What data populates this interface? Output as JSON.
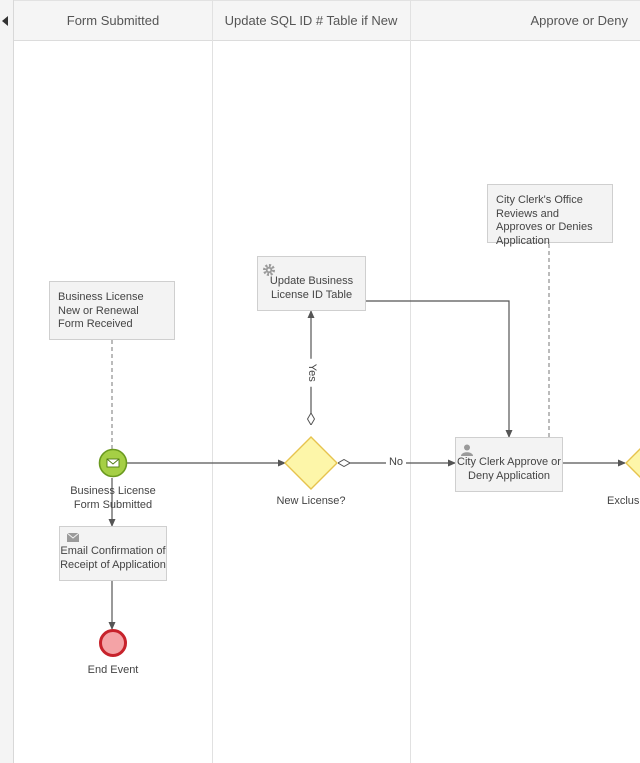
{
  "lanes": [
    {
      "title": "Form Submitted"
    },
    {
      "title": "Update SQL ID # Table if New"
    },
    {
      "title": "Approve or Deny"
    }
  ],
  "annotations": {
    "form": "Business License New or Renewal Form Received",
    "clerk": "City Clerk's Office Reviews and Approves or Denies Application"
  },
  "events": {
    "start": "Business License Form Submitted",
    "end": "End Event"
  },
  "tasks": {
    "email": "Email Confirmation of Receipt of Application",
    "update": "Update Business License ID Table",
    "approve": "City Clerk Approve or Deny Application"
  },
  "gateways": {
    "new_license": "New License?",
    "exclusive": "Exclusi"
  },
  "flows": {
    "yes": "Yes",
    "no": "No"
  },
  "colors": {
    "start_fill": "#a5cf45",
    "start_stroke": "#6b9a1f",
    "end_fill": "#f4a3a6",
    "end_stroke": "#c7222b",
    "gateway_fill": "#fdf6a9",
    "gateway_stroke": "#e6c34e",
    "edge": "#555555"
  }
}
